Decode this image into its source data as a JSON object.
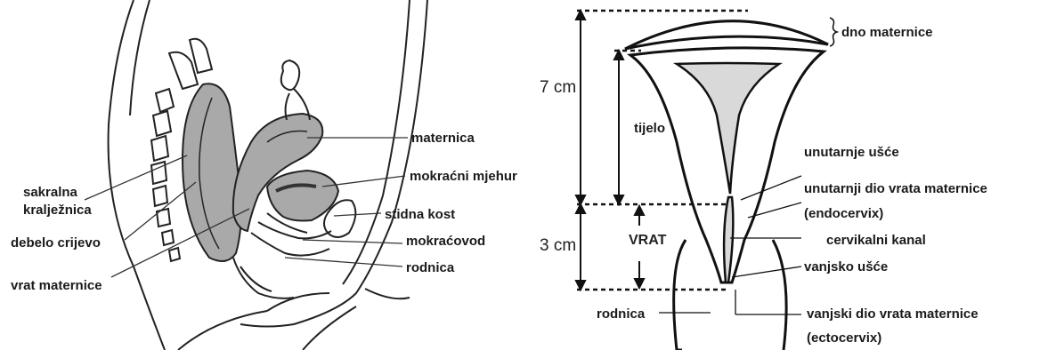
{
  "left_diagram": {
    "labels": {
      "sakralna": "sakralna",
      "kraljeznica": "kralježnica",
      "debelo_crijevo": "debelo crijevo",
      "vrat_maternice": "vrat maternice",
      "maternica": "maternica",
      "mokracni_mjehur": "mokraćni mjehur",
      "stidna_kost": "stidna kost",
      "mokracovod": "mokraćovod",
      "rodnica": "rodnica"
    }
  },
  "right_diagram": {
    "labels": {
      "dno_maternice": "dno maternice",
      "tijelo": "tijelo",
      "unutarnje_usce": "unutarnje ušće",
      "unutarnji_dio_1": "unutarnji dio vrata maternice",
      "unutarnji_dio_2": "(endocervix)",
      "cervikalni_kanal": "cervikalni kanal",
      "vanjsko_usce": "vanjsko ušće",
      "rodnica": "rodnica",
      "vanjski_dio_1": "vanjski dio vrata maternice",
      "vanjski_dio_2": "(ectocervix)",
      "vrat": "VRAT"
    },
    "measurements": {
      "body": "7 cm",
      "cervix": "3 cm"
    }
  },
  "colors": {
    "tissue_gray": "#a9a9a9",
    "cavity_gray": "#d9d9d9",
    "line": "#111111"
  }
}
